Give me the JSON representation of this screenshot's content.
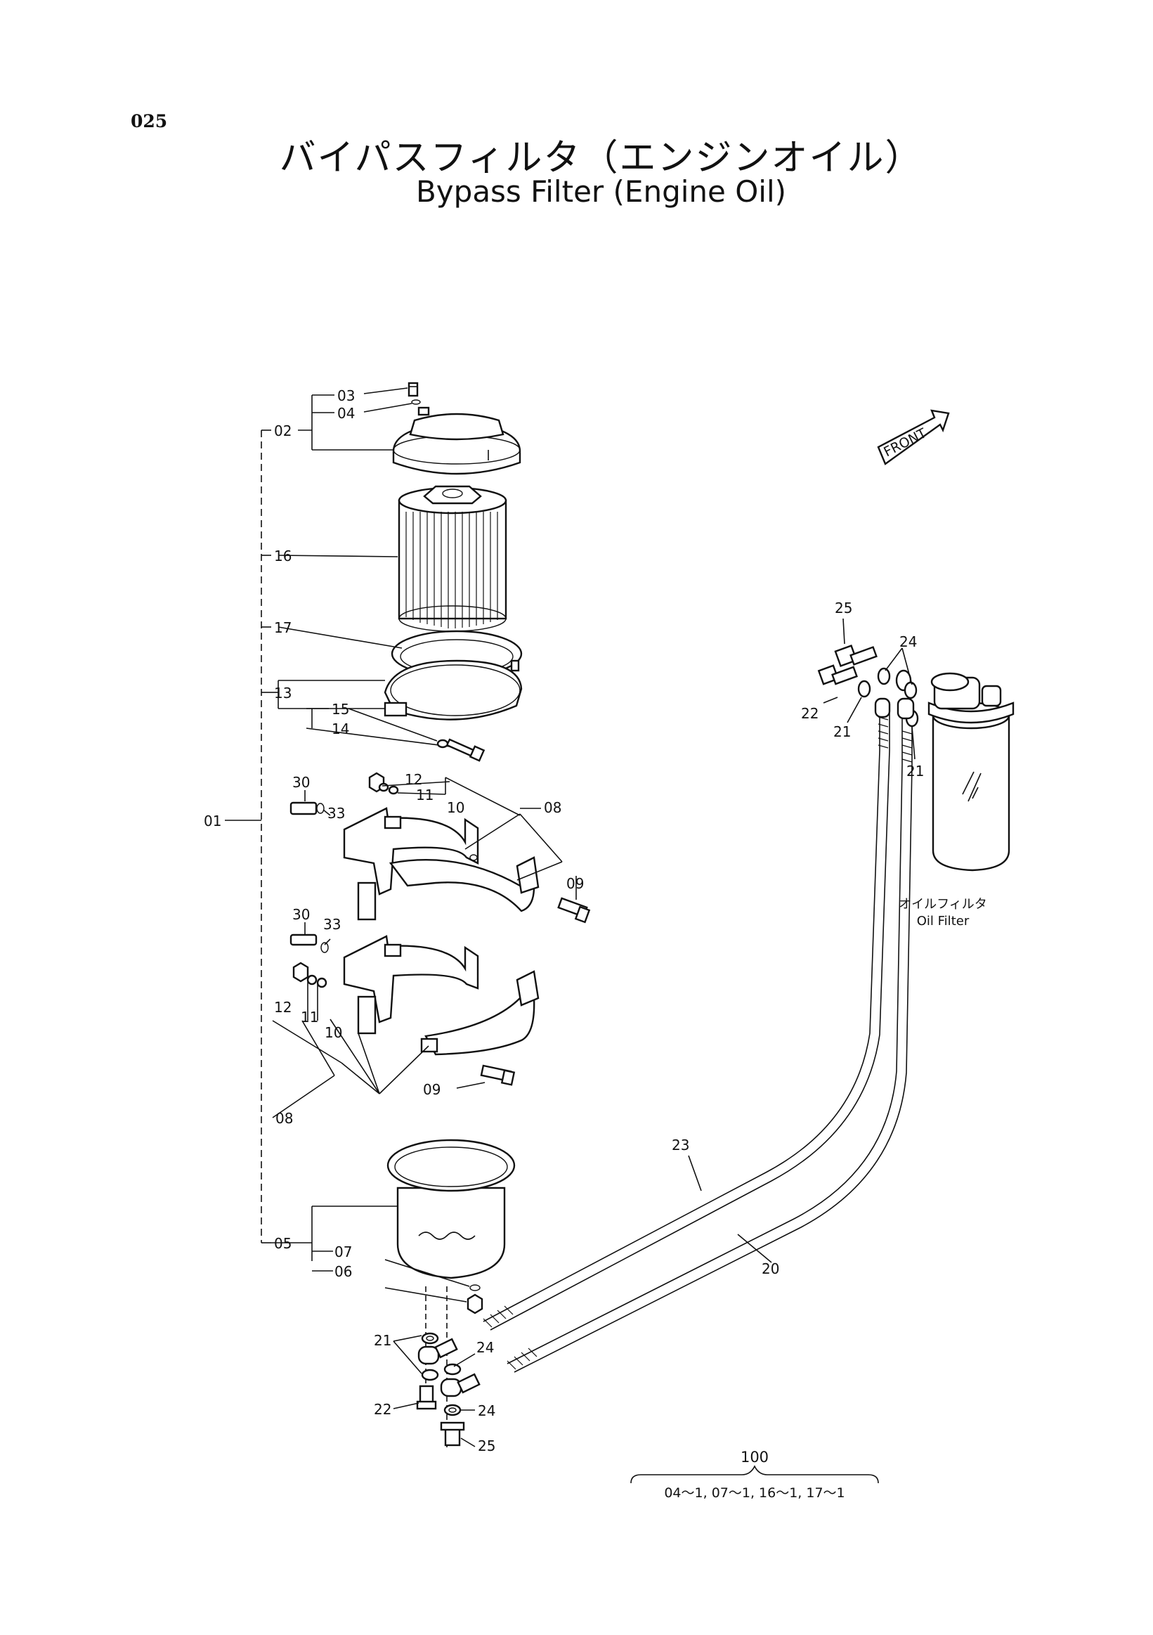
{
  "page_number": "025",
  "title_jp": "バイパスフィルタ（エンジンオイル）",
  "title_en": "Bypass Filter (Engine Oil)",
  "front_label": "FRONT",
  "oil_filter": {
    "label_jp": "オイルフィルタ",
    "label_en": "Oil Filter"
  },
  "labels": {
    "p03": "03",
    "p04": "04",
    "p02": "02",
    "p16": "16",
    "p17": "17",
    "p13": "13",
    "p15": "15",
    "p14": "14",
    "p01": "01",
    "p12a": "12",
    "p11a": "11",
    "p10a": "10",
    "p08a": "08",
    "p30a": "30",
    "p33a": "33",
    "p09a": "09",
    "p30b": "30",
    "p33b": "33",
    "p12b": "12",
    "p11b": "11",
    "p10b": "10",
    "p09b": "09",
    "p08b": "08",
    "p05": "05",
    "p07": "07",
    "p06": "06",
    "p23": "23",
    "p20": "20",
    "p21a": "21",
    "p24a": "24",
    "p22a": "22",
    "p24b": "24",
    "p25a": "25",
    "p25b": "25",
    "p24c": "24",
    "p22b": "22",
    "p21b": "21",
    "p21c": "21"
  },
  "kit": {
    "number": "100",
    "contents": "04〜1, 07〜1, 16〜1, 17〜1"
  }
}
